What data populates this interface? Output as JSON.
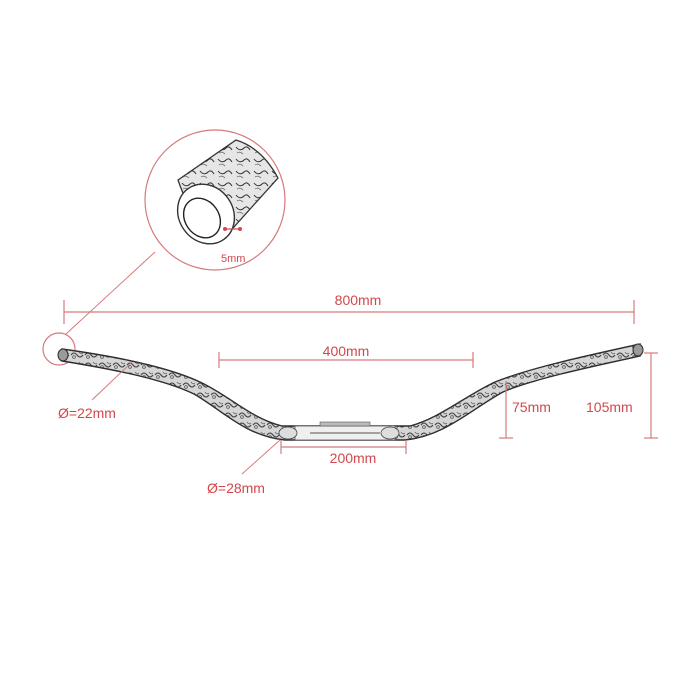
{
  "diagram": {
    "subject": "Motorcycle handlebar",
    "colors": {
      "dimension_line": "#d57a7c",
      "label_text": "#d0484c",
      "bar_outline": "#3a3a3a",
      "bar_fill": "#c8c8c8",
      "background": "#ffffff"
    },
    "dimensions": {
      "overall_width": "800mm",
      "inner_width": "400mm",
      "clamp_width": "200mm",
      "rise_inner": "75mm",
      "rise_total": "105mm",
      "end_diameter": "Ø=22mm",
      "center_diameter": "Ø=28mm",
      "wall_thickness": "5mm"
    },
    "detail_callout": {
      "label": "5mm",
      "description": "Magnified tube end showing wall thickness"
    }
  }
}
